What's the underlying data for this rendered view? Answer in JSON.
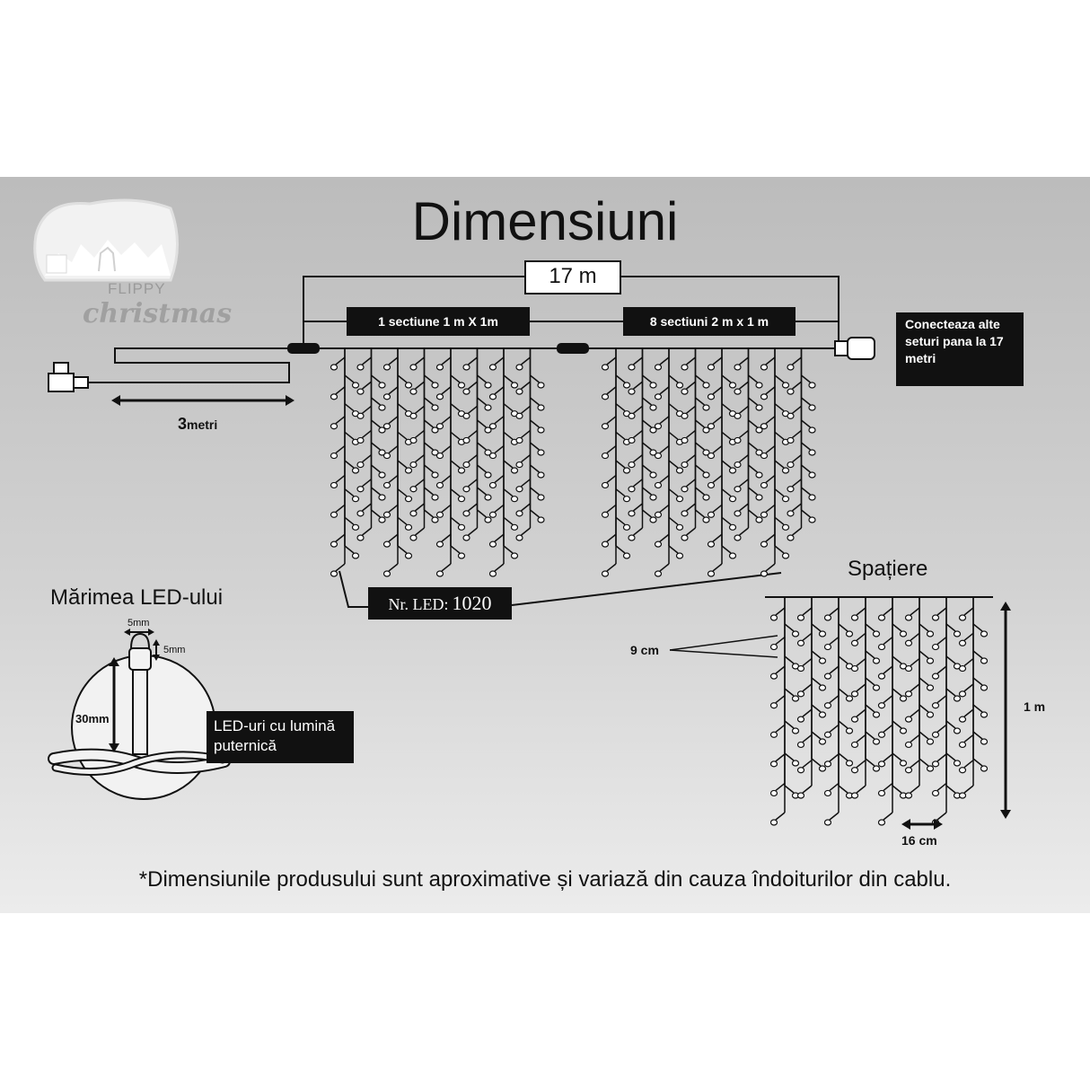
{
  "title": "Dimensiuni",
  "brand": {
    "line1": "FLIPPY",
    "line2": "christmas"
  },
  "total_length": "17 m",
  "section_a": "1 sectiune 1 m X 1m",
  "section_b": "8 sectiuni 2 m x 1 m",
  "connect_note": "Conecteaza alte seturi pana la 17 metri",
  "cable": {
    "value": "3",
    "unit": "metri"
  },
  "led_count": {
    "label": "Nr. LED:",
    "value": "1020"
  },
  "led_size": {
    "heading": "Mărimea LED-ului",
    "width": "5mm",
    "head": "5mm",
    "length": "30mm",
    "callout": "LED-uri cu lumină puternică"
  },
  "spacing": {
    "heading": "Spațiere",
    "vertical": "9 cm",
    "height": "1 m",
    "horizontal": "16 cm"
  },
  "footnote": "*Dimensiunile produsului sunt aproximative și variază din cauza îndoiturilor din cablu.",
  "colors": {
    "ink": "#111111",
    "panel_top": "#bcbcbc",
    "panel_bottom": "#ececec",
    "box_fill": "#ffffff"
  }
}
